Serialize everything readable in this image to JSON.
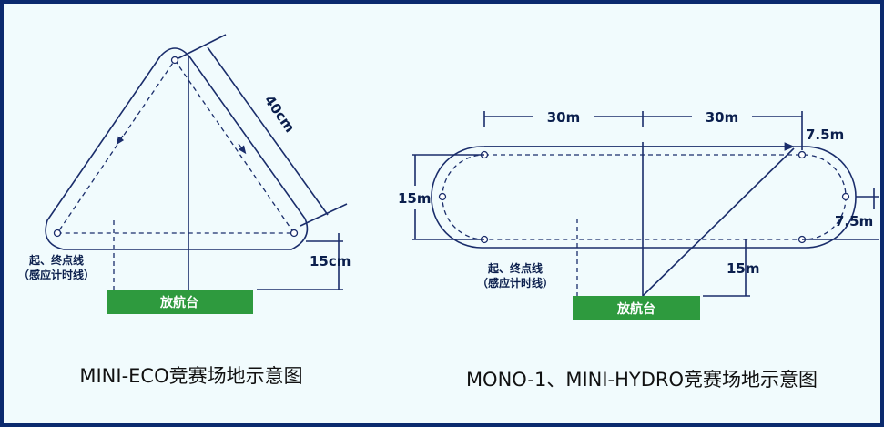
{
  "colors": {
    "border": "#0b2a6e",
    "background": "#f1fbfd",
    "line": "#1a2d6b",
    "platform": "#2e9a3e"
  },
  "eco": {
    "side_label": "40cm",
    "offset_label": "15cm",
    "start_label_line1": "起、终点线",
    "start_label_line2": "（感应计时线）",
    "platform_label": "放航台",
    "caption": "MINI-ECO竞赛场地示意图"
  },
  "hydro": {
    "left_length_label": "30m",
    "right_length_label": "30m",
    "radius_top_label": "7.5m",
    "width_label": "15m",
    "radius_right_label": "7.5m",
    "offset_label": "15m",
    "start_label_line1": "起、终点线",
    "start_label_line2": "（感应计时线）",
    "platform_label": "放航台",
    "caption": "MONO-1、MINI-HYDRO竞赛场地示意图"
  }
}
